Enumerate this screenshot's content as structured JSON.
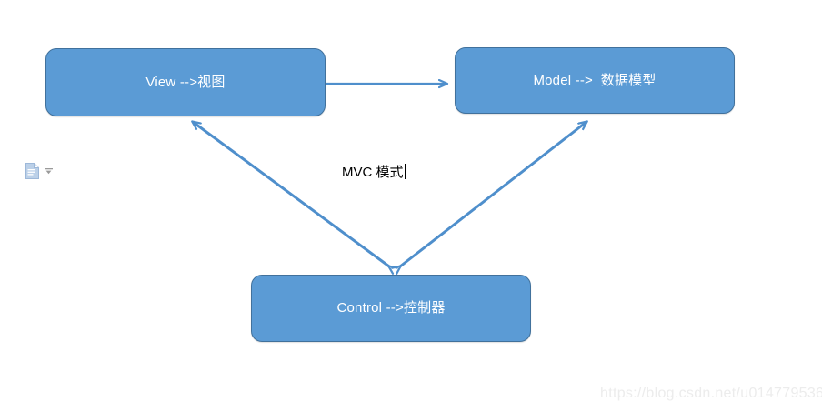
{
  "diagram": {
    "title_label": "MVC 模式",
    "caret_visible": true,
    "background_color": "#ffffff",
    "node_fill": "#5B9BD5",
    "node_border": "#41719C",
    "node_text_color": "#ffffff",
    "arrow_color": "#4F8FCC",
    "nodes": [
      {
        "id": "view",
        "label": "View -->视图"
      },
      {
        "id": "model",
        "label": "Model -->  数据模型"
      },
      {
        "id": "control",
        "label": "Control -->控制器"
      }
    ],
    "edges": [
      {
        "id": "view-to-model",
        "from": "view",
        "to": "model",
        "direction": "one-way"
      },
      {
        "id": "control-to-view",
        "from": "control",
        "to": "view",
        "direction": "two-way"
      },
      {
        "id": "control-to-model",
        "from": "control",
        "to": "model",
        "direction": "two-way"
      }
    ]
  },
  "paste_options": {
    "icon": "paste-document-icon",
    "dropdown_icon": "chevron-down-icon"
  },
  "watermark": {
    "text": "https://blog.csdn.net/u014779536"
  }
}
